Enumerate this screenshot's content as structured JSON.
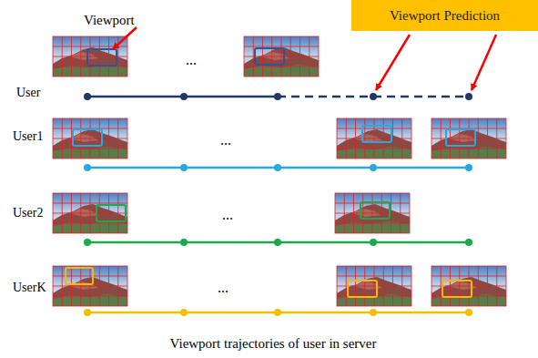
{
  "diagram": {
    "caption": "Viewport trajectories of user in server",
    "nodes": [
      {
        "text": [
          "Viewport Prediction"
        ]
      }
    ],
    "labels": [
      "Viewport",
      "User",
      "User1",
      "User2",
      "UserK",
      "...",
      "...",
      "...",
      "..."
    ]
  }
}
